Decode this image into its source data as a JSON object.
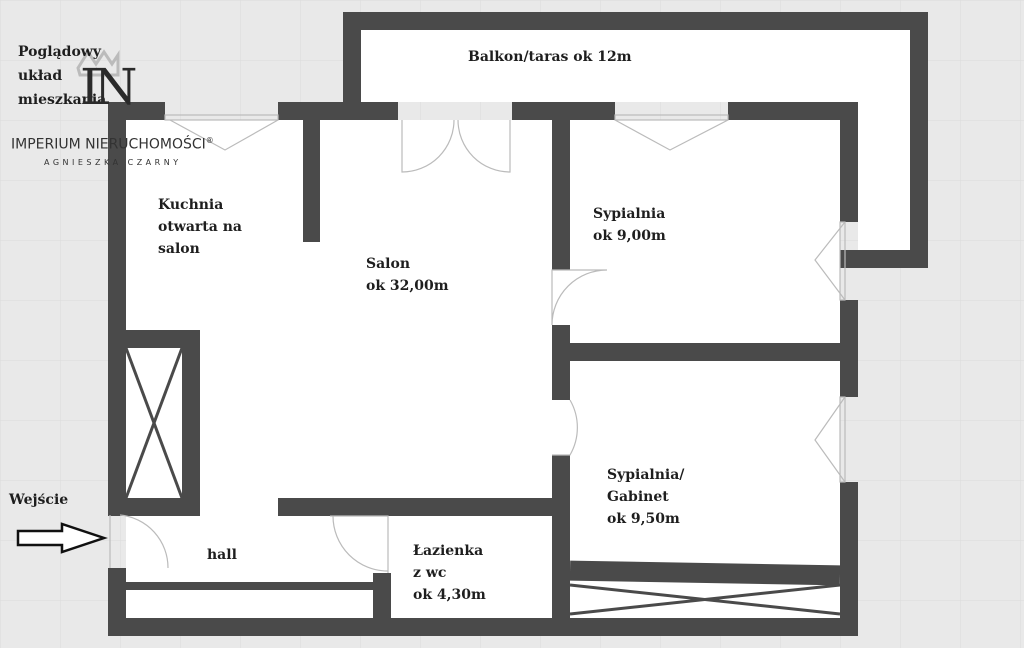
{
  "title_lines": [
    "Poglądowy",
    "układ",
    "mieszkania"
  ],
  "logo": {
    "monogram": "IN",
    "company": "IMPERIUM NIERUCHOMOŚCI",
    "registered": "®",
    "subtitle": "AGNIESZKA CZARNY"
  },
  "rooms": {
    "balcony": "Balkon/taras ok 12m",
    "kitchen": [
      "Kuchnia",
      "otwarta na",
      "salon"
    ],
    "living": [
      "Salon",
      "ok 32,00m"
    ],
    "bedroom1": [
      "Sypialnia",
      "ok 9,00m"
    ],
    "bedroom2": [
      "Sypialnia/",
      "Gabinet",
      "ok 9,50m"
    ],
    "hall": "hall",
    "bathroom": [
      "Łazienka",
      "z wc",
      "ok 4,30m"
    ]
  },
  "entrance": {
    "label": "Wejście",
    "icon": "arrow-right-icon"
  },
  "colors": {
    "wall": "#4a4a4a",
    "floor": "#ffffff",
    "background": "#e9e9e9"
  }
}
